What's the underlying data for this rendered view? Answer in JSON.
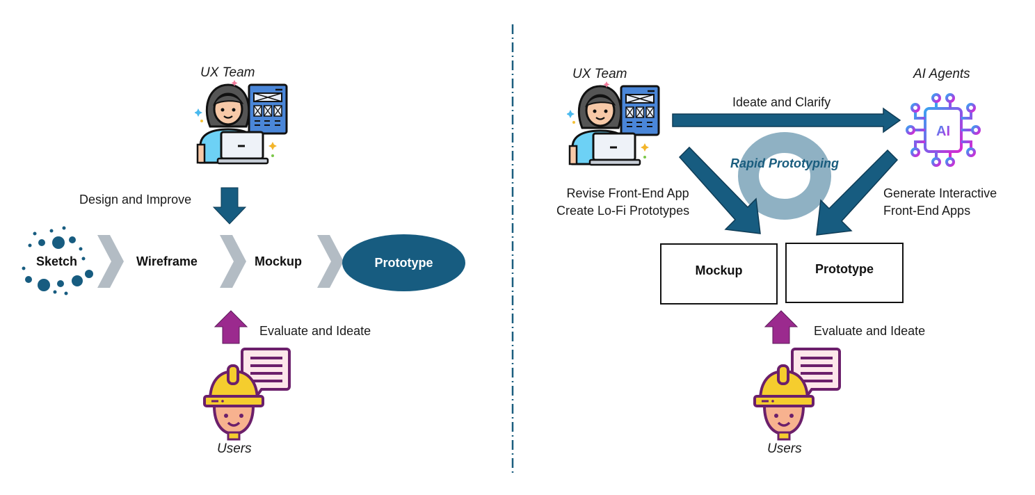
{
  "colors": {
    "primary": "#175c80",
    "ring": "#8fb1c3",
    "chevron": "#b3bcc4",
    "feedback_arrow": "#9b2a8e",
    "divider": "#1a5d7e"
  },
  "left_panel": {
    "actor_top": {
      "label": "UX Team",
      "icon": "ux-designer-icon"
    },
    "design_arrow_label": "Design and Improve",
    "stages": [
      "Sketch",
      "Wireframe",
      "Mockup",
      "Prototype"
    ],
    "feedback_label": "Evaluate and Ideate",
    "actor_bottom": {
      "label": "Users",
      "icon": "user-feedback-icon"
    }
  },
  "right_panel": {
    "actor_top_left": {
      "label": "UX Team",
      "icon": "ux-designer-icon"
    },
    "actor_top_right": {
      "label": "AI Agents",
      "icon": "ai-chip-icon",
      "chip_text": "AI"
    },
    "top_arrow_label": "Ideate and Clarify",
    "cycle_label": "Rapid Prototyping",
    "left_arrow_label": [
      "Revise Front-End App",
      "Create Lo-Fi Prototypes"
    ],
    "right_arrow_label": [
      "Generate Interactive",
      "Front-End Apps"
    ],
    "boxes": [
      "Mockup",
      "Prototype"
    ],
    "feedback_label": "Evaluate and Ideate",
    "actor_bottom": {
      "label": "Users",
      "icon": "user-feedback-icon"
    }
  }
}
